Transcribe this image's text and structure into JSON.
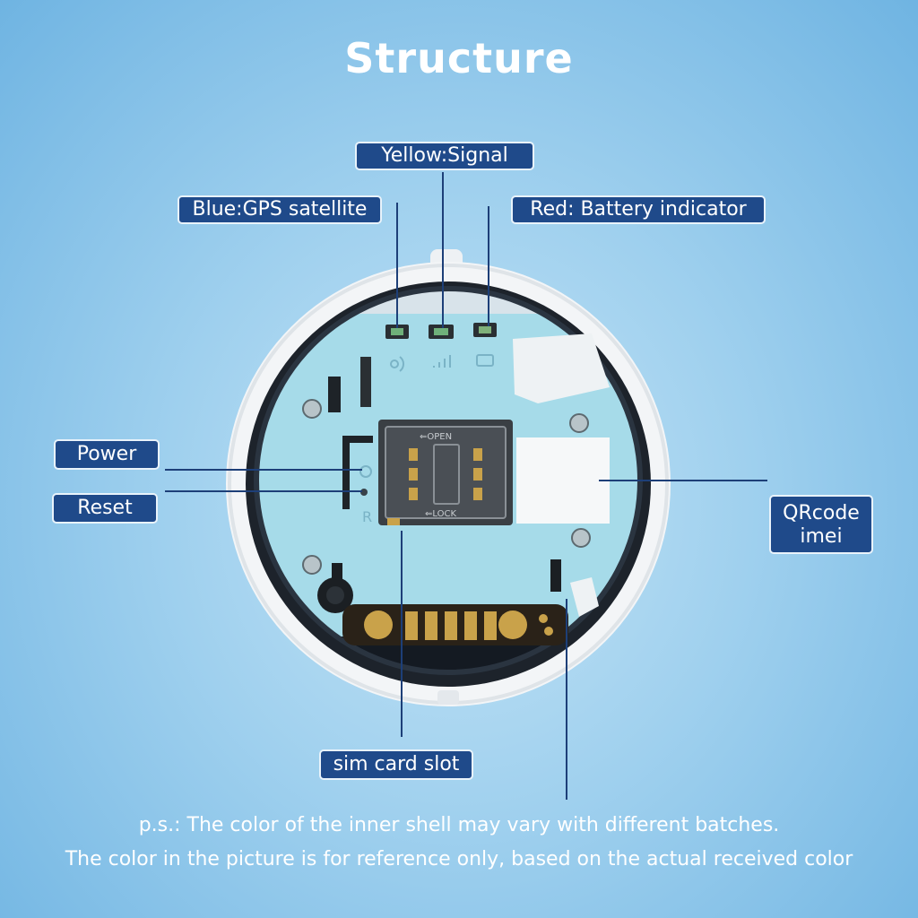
{
  "title": "Structure",
  "labels": {
    "yellow": "Yellow:Signal",
    "blue": "Blue:GPS satellite",
    "red": "Red: Battery indicator",
    "power": "Power",
    "reset": "Reset",
    "qrcode_line1": "QRcode",
    "qrcode_line2": "imei",
    "sim": "sim card slot"
  },
  "board_text": {
    "open": "⇐OPEN",
    "lock": "⇐LOCK",
    "reset_mark": "R"
  },
  "notes": {
    "line1": "p.s.:  The color of the inner shell may vary with different batches.",
    "line2": "The color in the picture is for reference only, based on the actual received color"
  },
  "colors": {
    "label_bg": "#1f4a8a",
    "board": "#a8dcea",
    "shell": "#f4f6f8",
    "line": "#1d3f78"
  }
}
